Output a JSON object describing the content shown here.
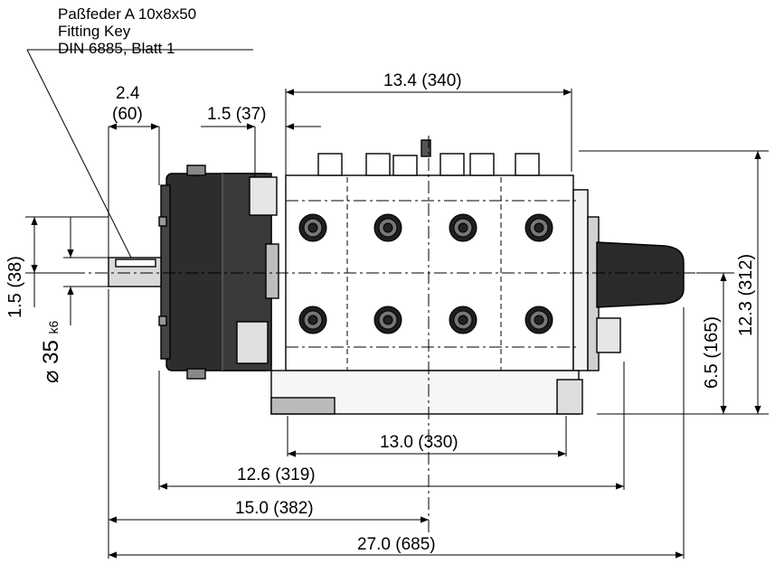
{
  "key_note": {
    "line1": "Paßfeder A 10x8x50",
    "line2": "Fitting Key",
    "line3": "DIN 6885, Blatt 1"
  },
  "dimensions": {
    "top_shaft_in": "2.4",
    "top_shaft_mm": "(60)",
    "top_offset": "1.5 (37)",
    "top_overall": "13.4 (340)",
    "bottom_base": "13.0 (330)",
    "bottom_mid": "12.6 (319)",
    "bottom_lower": "15.0 (382)",
    "bottom_total": "27.0 (685)",
    "left_shaft_offset": "1.5 (38)",
    "left_diameter_prefix": "⌀ 35",
    "left_diameter_tol": "k6",
    "right_axis_height": "6.5 (165)",
    "right_total_height": "12.3 (312)"
  },
  "colors": {
    "line": "#000000",
    "dark_body": "#2a2a2a",
    "mid_body": "#555555",
    "light_body": "#ffffff"
  }
}
